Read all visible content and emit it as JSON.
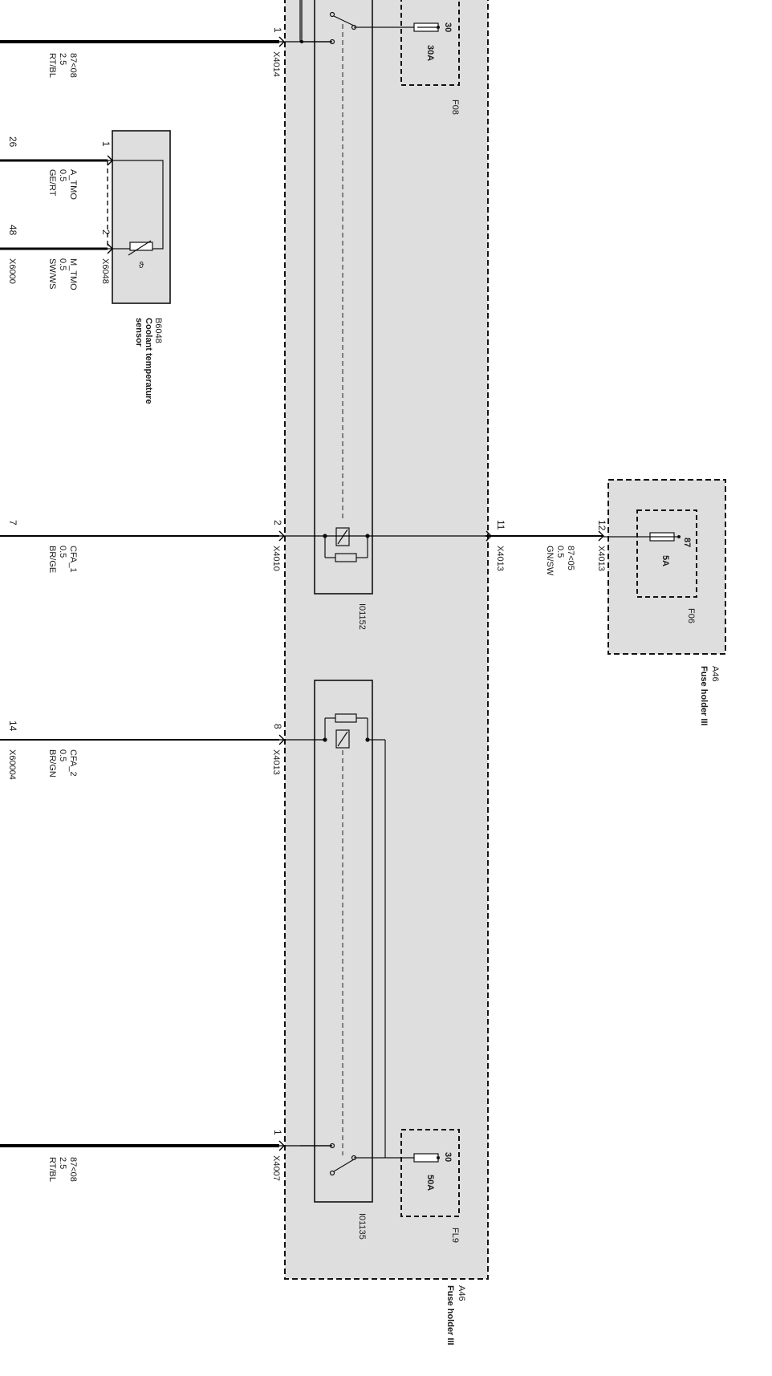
{
  "colors": {
    "background": "#ffffff",
    "fuse_holder_fill": "#dcdcdc",
    "wire": "#000000",
    "line": "#111111"
  },
  "modules": {
    "main_holder": {
      "id": "A46",
      "name": "Fuse holder III"
    },
    "small_holder": {
      "id": "A46",
      "name": "Fuse holder III"
    },
    "sensor": {
      "id": "B6048",
      "name_line1": "Coolant temperature",
      "name_line2": "sensor"
    },
    "relay_1": {
      "id": "I01152"
    },
    "relay_2": {
      "id": "I01135"
    }
  },
  "fuses": [
    {
      "id": "F08",
      "rating": "30A",
      "terminal": "30"
    },
    {
      "id": "F06",
      "rating": "5A",
      "terminal": "87"
    },
    {
      "id": "FL9",
      "rating": "50A",
      "terminal": "30"
    }
  ],
  "wires": [
    {
      "name": "wire-1",
      "left_pin": "",
      "right_pin": "1",
      "connector": "X4014",
      "signal": "87<08",
      "size": "2.5",
      "color": "RT/BL"
    },
    {
      "name": "wire-2",
      "left_pin": "26",
      "right_pin": "1",
      "connector": "",
      "signal": "A_TMO",
      "size": "0.5",
      "color": "GE/RT"
    },
    {
      "name": "wire-3",
      "left_pin": "48",
      "right_pin": "2",
      "connector": "X6048",
      "left_connector": "X6000",
      "signal": "M_TMO",
      "size": "0.5",
      "color": "SW/WS"
    },
    {
      "name": "wire-4",
      "left_pin": "7",
      "right_pin": "2",
      "connector": "X4010",
      "signal": "CFA_1",
      "size": "0.5",
      "color": "BR/GE"
    },
    {
      "name": "wire-5",
      "left_pin": "11",
      "right_pin": "12",
      "connector": "X4013",
      "left_connector": "X4013",
      "signal": "87<05",
      "size": "0.5",
      "color": "GN/SW"
    },
    {
      "name": "wire-6",
      "left_pin": "14",
      "right_pin": "8",
      "connector": "X4013",
      "left_connector": "X60004",
      "signal": "CFA_2",
      "size": "0.5",
      "color": "BR/GN"
    },
    {
      "name": "wire-7",
      "left_pin": "",
      "right_pin": "1",
      "connector": "X4007",
      "signal": "87<08",
      "size": "2.5",
      "color": "RT/BL"
    }
  ]
}
